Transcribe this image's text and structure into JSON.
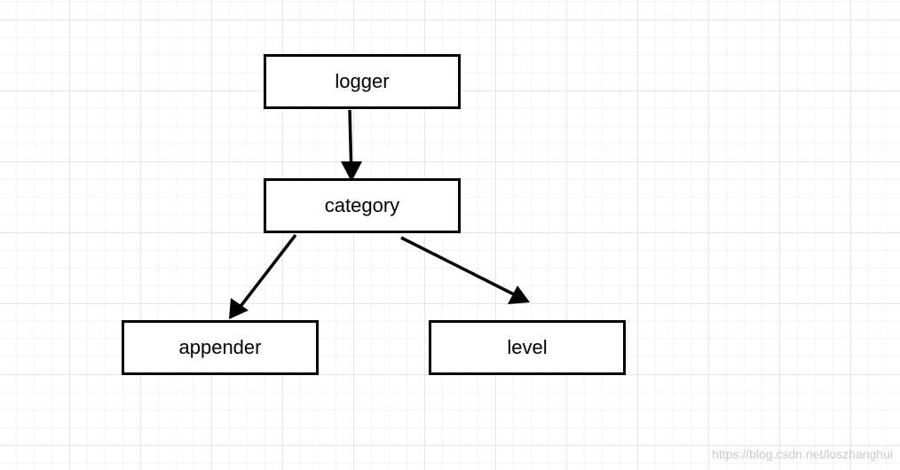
{
  "diagram": {
    "nodes": {
      "logger": "logger",
      "category": "category",
      "appender": "appender",
      "level": "level"
    },
    "edges": [
      {
        "from": "logger",
        "to": "category"
      },
      {
        "from": "category",
        "to": "appender"
      },
      {
        "from": "category",
        "to": "level"
      }
    ]
  },
  "watermark": "https://blog.csdn.net/loszhanghui",
  "colors": {
    "stroke": "#000000",
    "grid": "#e6e6e6",
    "watermark": "#c8c8c8"
  }
}
